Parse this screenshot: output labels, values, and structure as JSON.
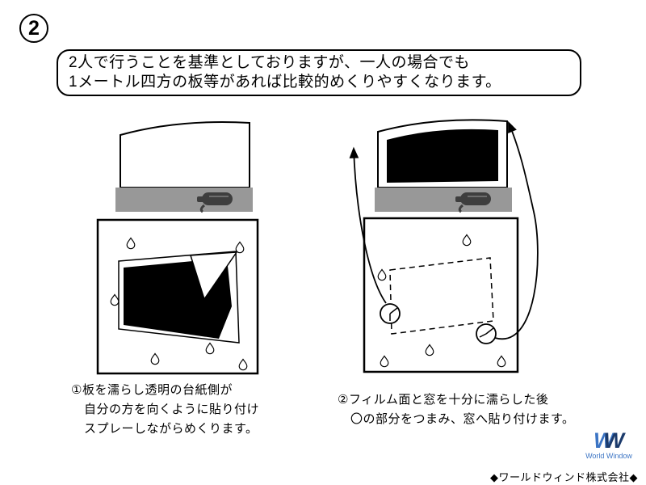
{
  "step": {
    "number": "2"
  },
  "bubble": {
    "line1": "2人で行うことを基準としておりますが、一人の場合でも",
    "line2": "1メートル四方の板等があれば比較的めくりやすくなります。"
  },
  "captions": {
    "left": {
      "line1": "①板を濡らし透明の台紙側が",
      "line2": "自分の方を向くように貼り付け",
      "line3": "スプレーしながらめくります。"
    },
    "right": {
      "line1": "②フィルム面と窓を十分に濡らした後",
      "line2": "〇の部分をつまみ、窓へ貼り付けます。"
    }
  },
  "footer": {
    "logo_w1": "W",
    "logo_w2": "W",
    "logo_subtext": "World Window",
    "company": "◆ワールドウィンド株式会社◆"
  },
  "colors": {
    "ink": "#000000",
    "bar_gray": "#989898",
    "tool_gray": "#3e3e3e",
    "logo_blue": "#3b74c4",
    "logo_navy": "#1b3a6b"
  }
}
